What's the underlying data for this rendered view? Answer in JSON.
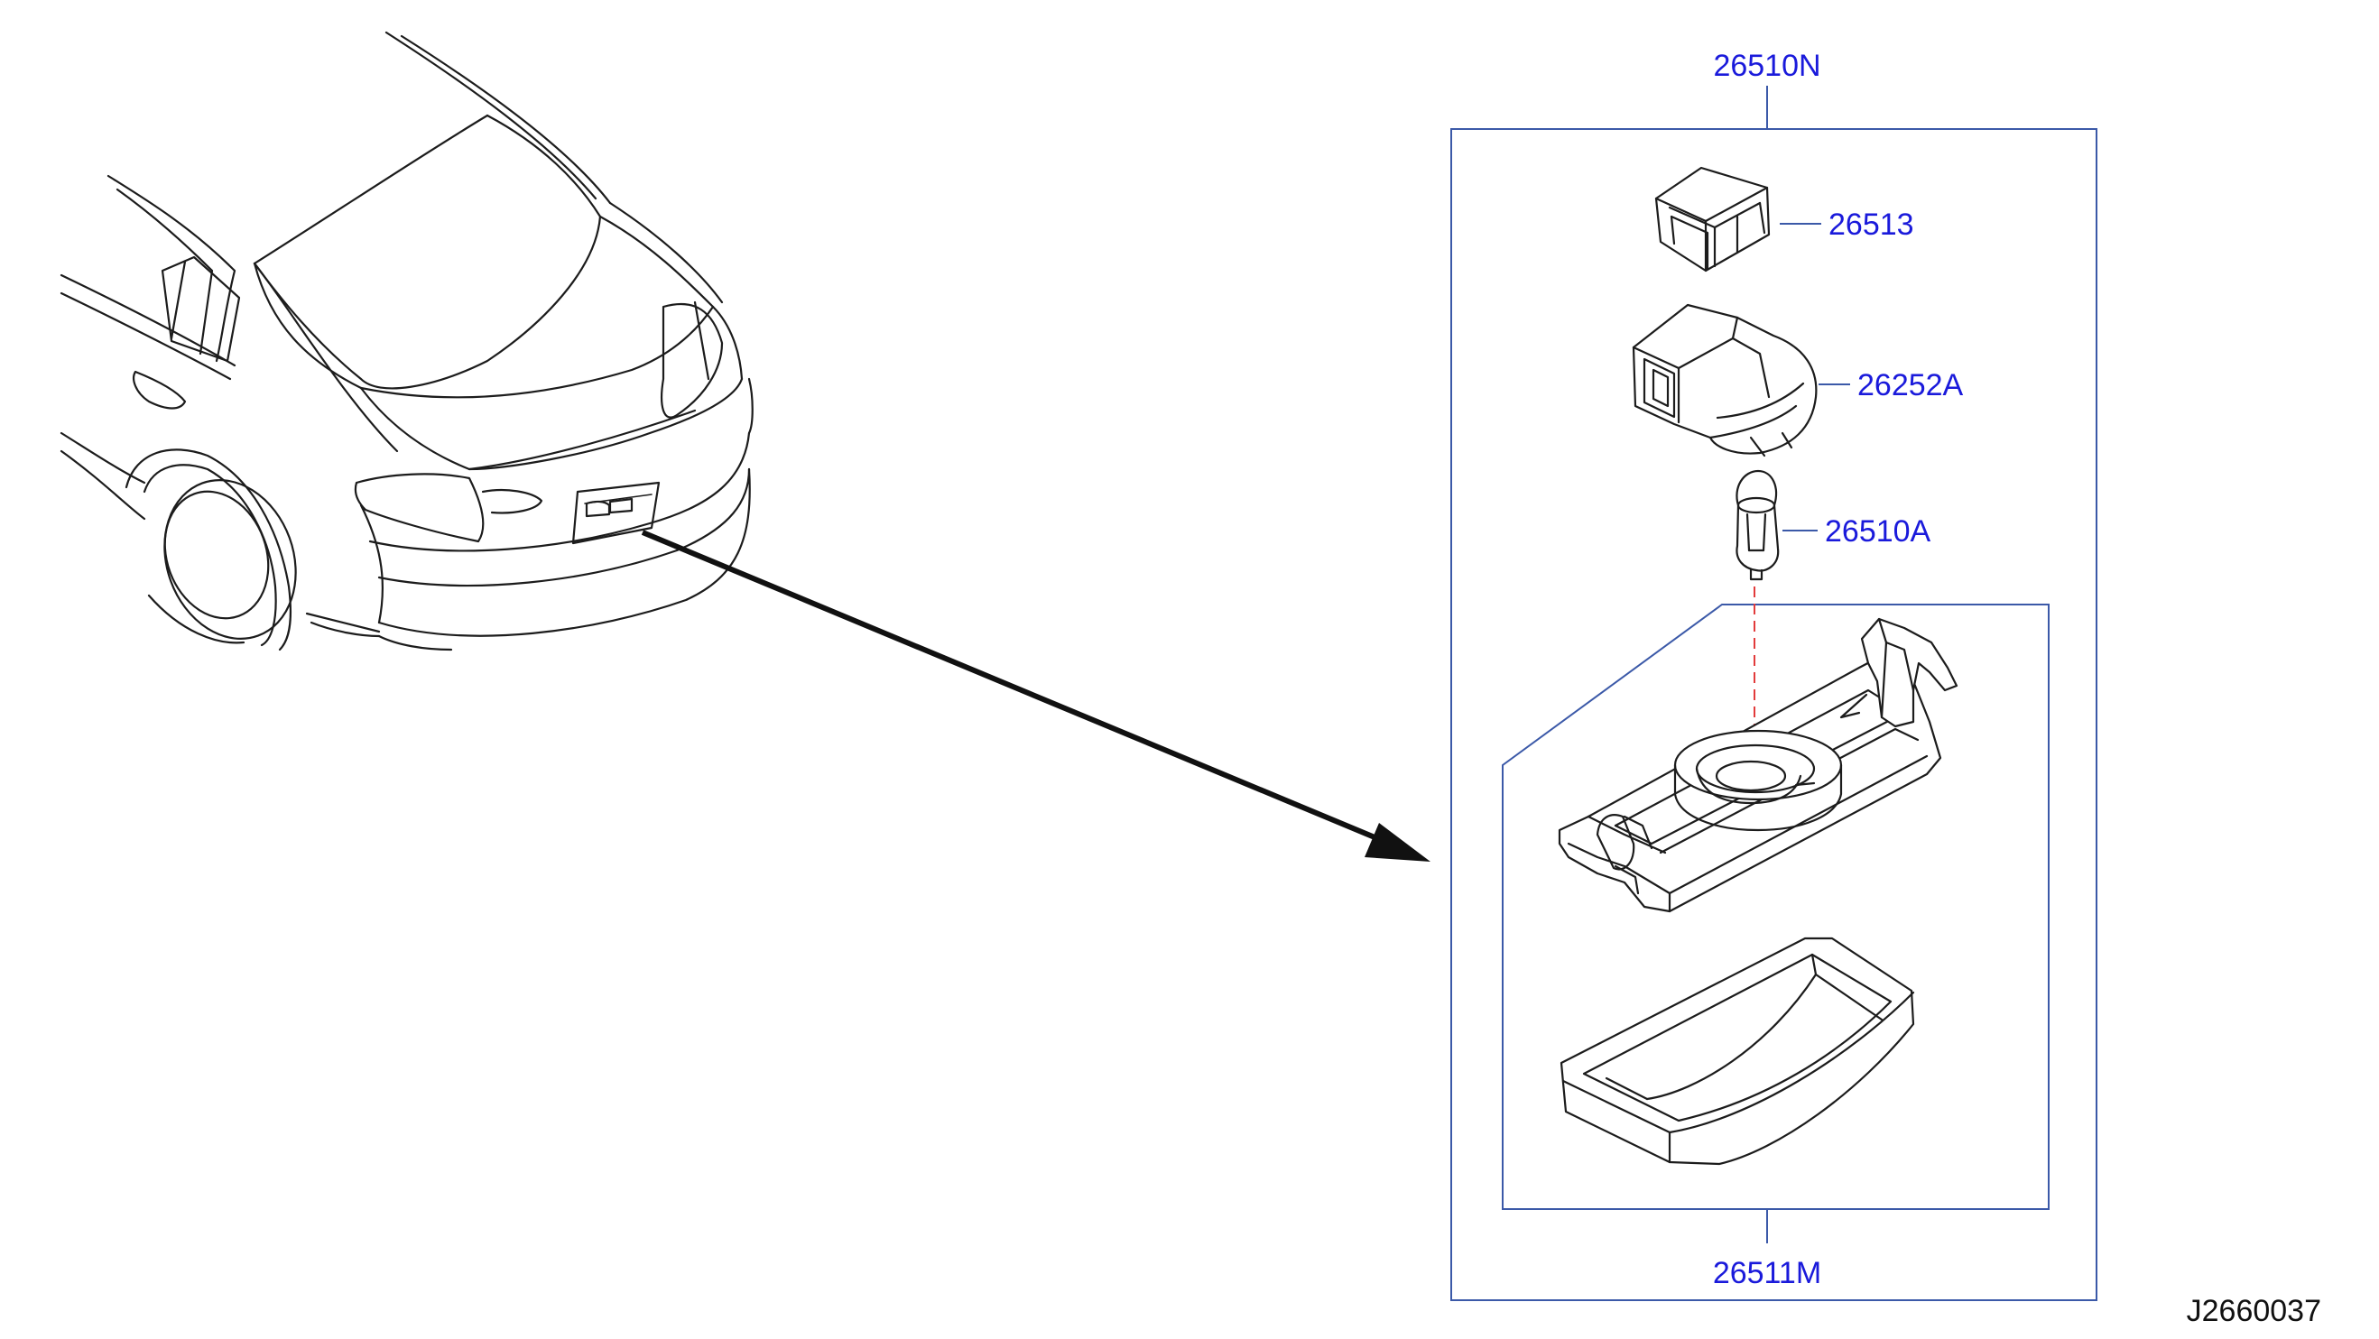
{
  "diagram": {
    "diagram_id": "J2660037",
    "assembly": {
      "part_number": "26510N",
      "components": [
        {
          "part_number": "26513",
          "icon": "socket-cover-icon"
        },
        {
          "part_number": "26252A",
          "icon": "bulb-socket-icon"
        },
        {
          "part_number": "26510A",
          "icon": "wedge-bulb-icon"
        }
      ],
      "subassembly": {
        "part_number": "26511M",
        "icons": [
          "lamp-housing-icon",
          "lamp-lens-icon"
        ]
      }
    },
    "vehicle_icon": "sedan-rear-icon",
    "pointer_icon": "arrow-right-icon",
    "colors": {
      "label": "#1a1adb",
      "frame": "#3b59a8",
      "line_art": "#1c1c1c",
      "centerline": "#e23b3b"
    }
  }
}
